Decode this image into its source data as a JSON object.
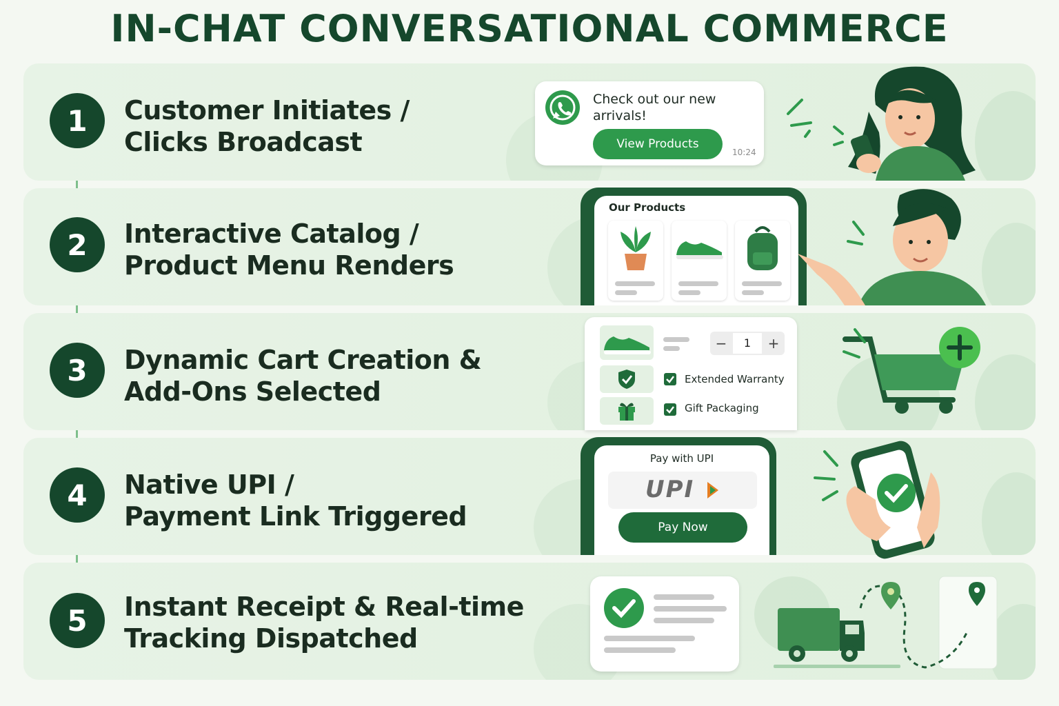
{
  "title": "IN-CHAT CONVERSATIONAL COMMERCE",
  "steps": [
    {
      "number": "1",
      "line1": "Customer Initiates /",
      "line2": "Clicks Broadcast",
      "chat": {
        "message_line1": "Check out our new",
        "message_line2": "arrivals!",
        "button": "View Products",
        "time": "10:24"
      }
    },
    {
      "number": "2",
      "line1": "Interactive Catalog /",
      "line2": "Product Menu Renders",
      "catalog": {
        "heading": "Our Products"
      }
    },
    {
      "number": "3",
      "line1": "Dynamic Cart Creation &",
      "line2": "Add-Ons Selected",
      "cart": {
        "quantity": "1",
        "minus": "−",
        "plus": "+",
        "addon1": "Extended Warranty",
        "addon2": "Gift Packaging"
      }
    },
    {
      "number": "4",
      "line1": "Native UPI /",
      "line2": "Payment Link Triggered",
      "payment": {
        "heading": "Pay with UPI",
        "logo": "UPI",
        "button": "Pay Now"
      }
    },
    {
      "number": "5",
      "line1": "Instant Receipt & Real-time",
      "line2": "Tracking Dispatched"
    }
  ],
  "colors": {
    "dark_green": "#15472c",
    "accent_green": "#2e9a4c",
    "panel_bg": "#e3f1e1"
  }
}
